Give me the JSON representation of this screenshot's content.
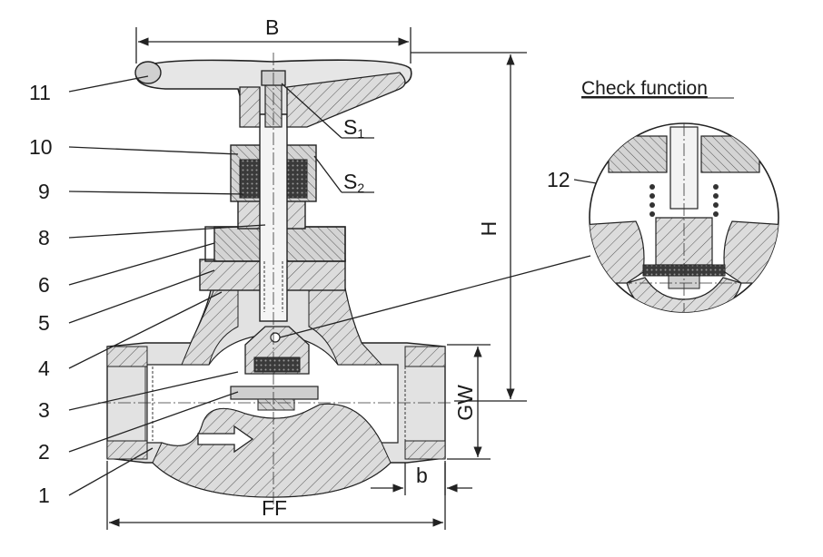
{
  "part_labels": {
    "p1": "1",
    "p2": "2",
    "p3": "3",
    "p4": "4",
    "p5": "5",
    "p6": "6",
    "p8": "8",
    "p9": "9",
    "p10": "10",
    "p11": "11",
    "p12": "12"
  },
  "dimensions": {
    "b_upper": "B",
    "h": "H",
    "gw": "GW",
    "ff": "FF",
    "b_lower": "b",
    "s1_letter": "S",
    "s1_sub": "1",
    "s2_letter": "S",
    "s2_sub": "2"
  },
  "detail_title": "Check function",
  "colors": {
    "metal_fill": "#d9d9d9",
    "packing_fill": "#3a3a3a",
    "line": "#222222"
  }
}
